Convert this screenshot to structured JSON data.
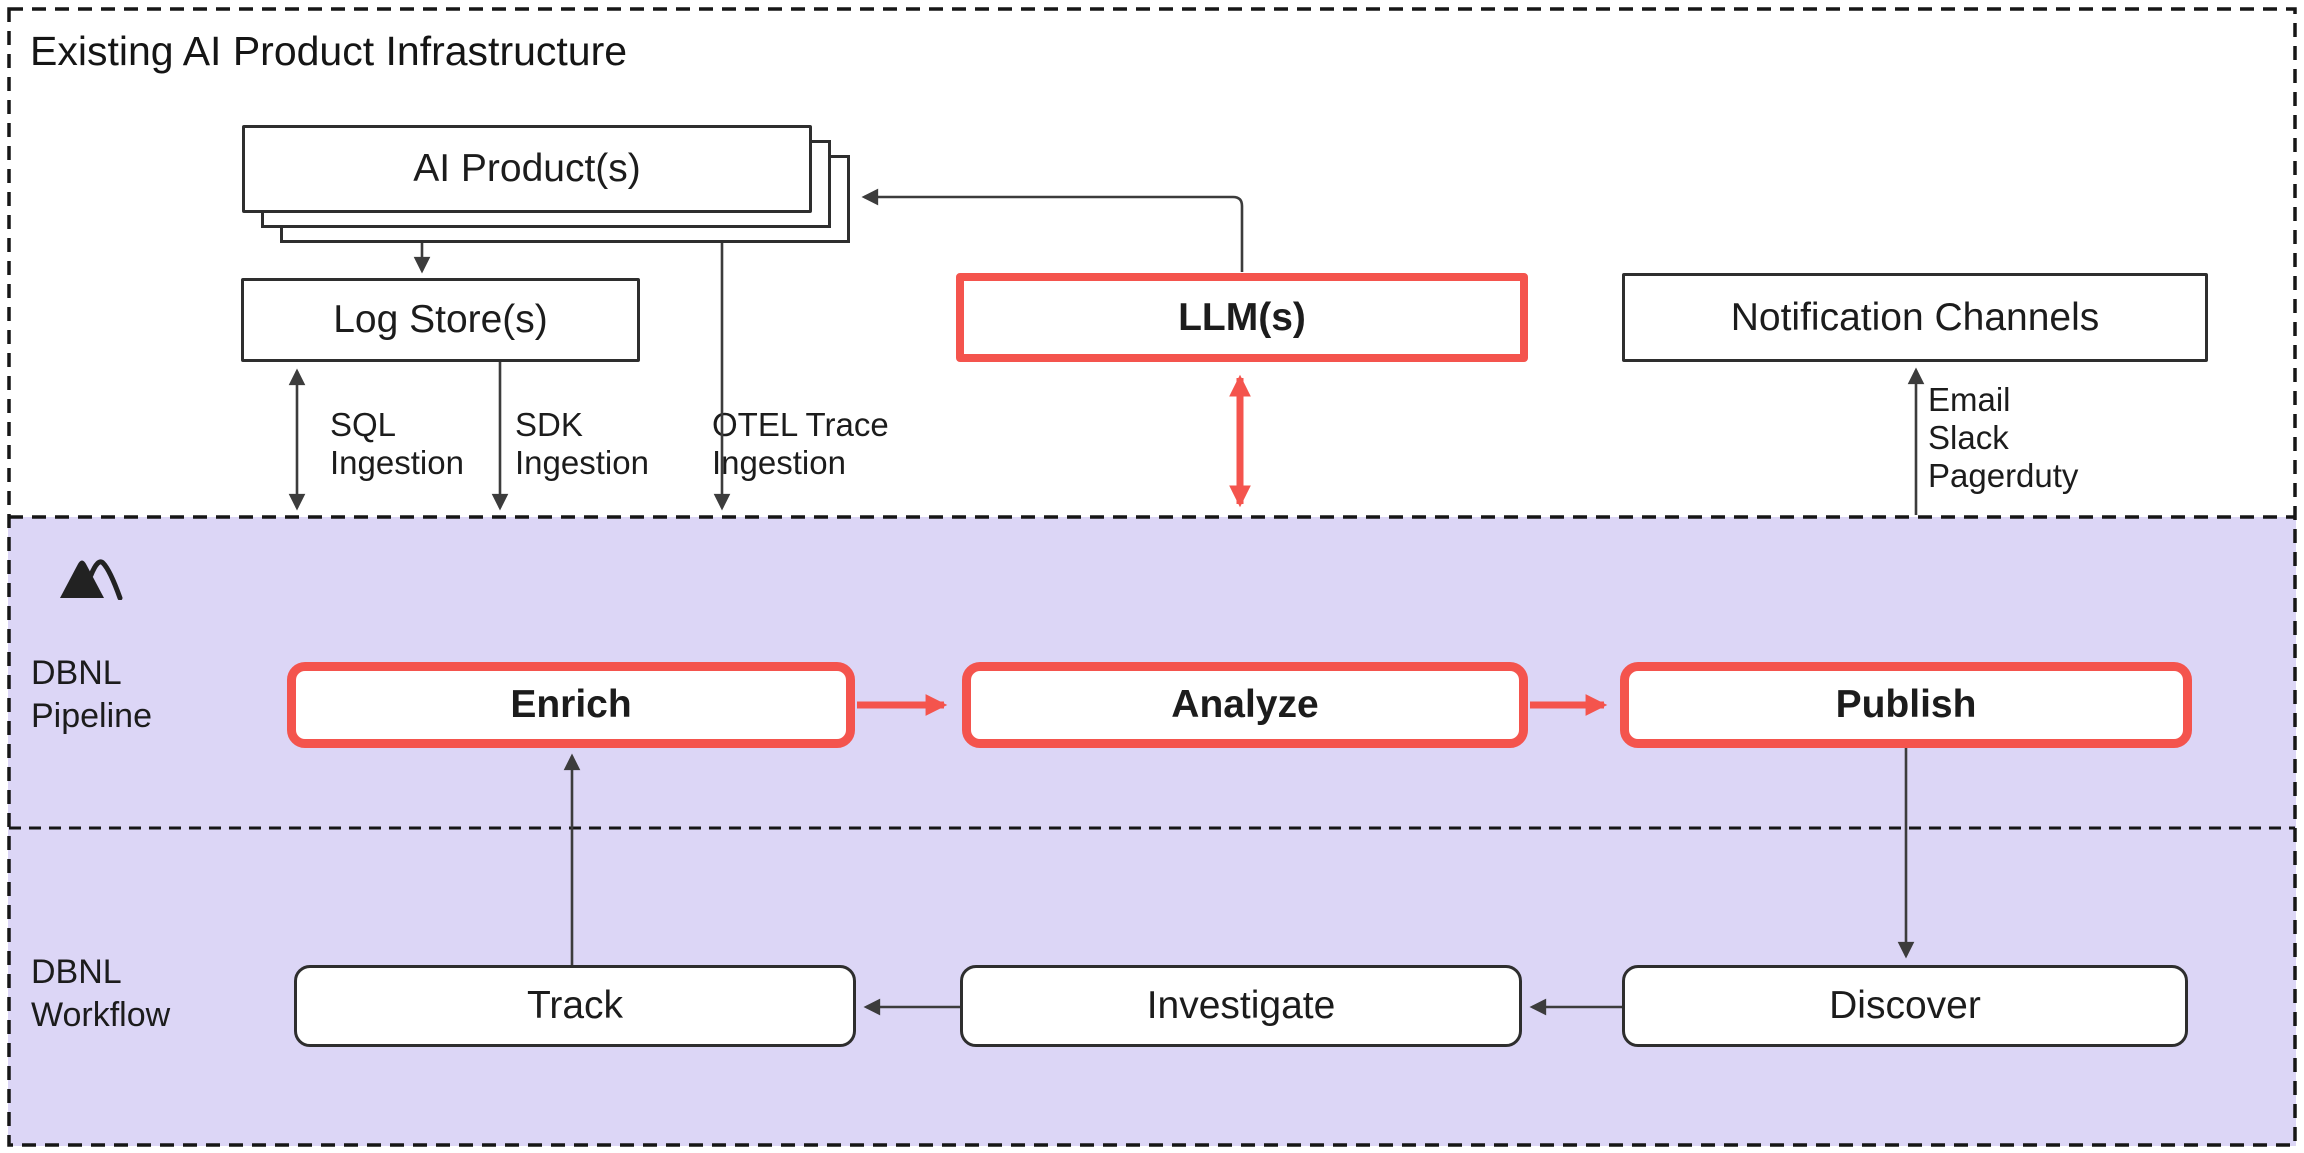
{
  "title": "Existing AI Product Infrastructure",
  "colors": {
    "accent_red": "#f4544d",
    "section_purple": "#dcd6f6",
    "stroke_dark": "#2e2e2e"
  },
  "icons": {
    "dbnl_logo": "mountain-icon"
  },
  "infrastructure": {
    "ai_products": "AI Product(s)",
    "log_stores": "Log Store(s)",
    "llms": "LLM(s)",
    "notification_channels": "Notification Channels",
    "ingestion_labels": {
      "sql": [
        "SQL",
        "Ingestion"
      ],
      "sdk": [
        "SDK",
        "Ingestion"
      ],
      "otel": [
        "OTEL Trace",
        "Ingestion"
      ]
    },
    "notification_types": [
      "Email",
      "Slack",
      "Pagerduty"
    ]
  },
  "pipeline": {
    "section_label": [
      "DBNL",
      "Pipeline"
    ],
    "stages": [
      "Enrich",
      "Analyze",
      "Publish"
    ]
  },
  "workflow": {
    "section_label": [
      "DBNL",
      "Workflow"
    ],
    "steps": [
      "Track",
      "Investigate",
      "Discover"
    ]
  }
}
